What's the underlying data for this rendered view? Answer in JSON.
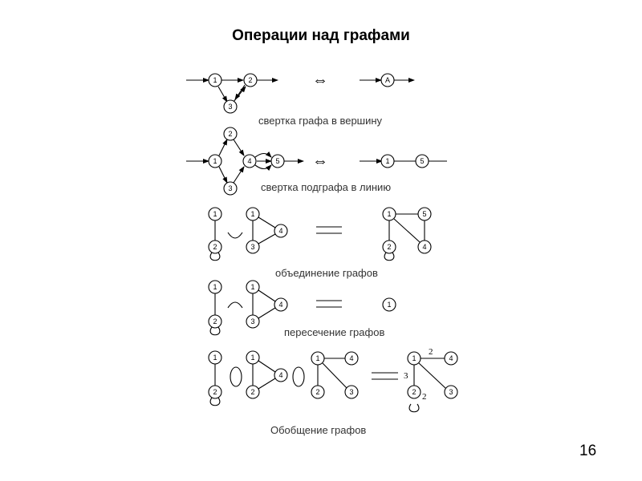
{
  "title": "Операции над графами",
  "page_number": "16",
  "operators": {
    "double_arrow": "⇔",
    "union": "∪",
    "intersection": "∩"
  },
  "captions": {
    "vertex_contraction": "свертка графа в вершину",
    "subgraph_to_line": "свертка подграфа в линию",
    "union": "объединение графов",
    "intersection": "пересечение графов",
    "generalization": "Обобщение графов"
  },
  "nodes": {
    "n1": "1",
    "n2": "2",
    "n3": "3",
    "n4": "4",
    "n5": "5",
    "nA": "A"
  },
  "weights": {
    "w2": "2",
    "w3": "3"
  }
}
